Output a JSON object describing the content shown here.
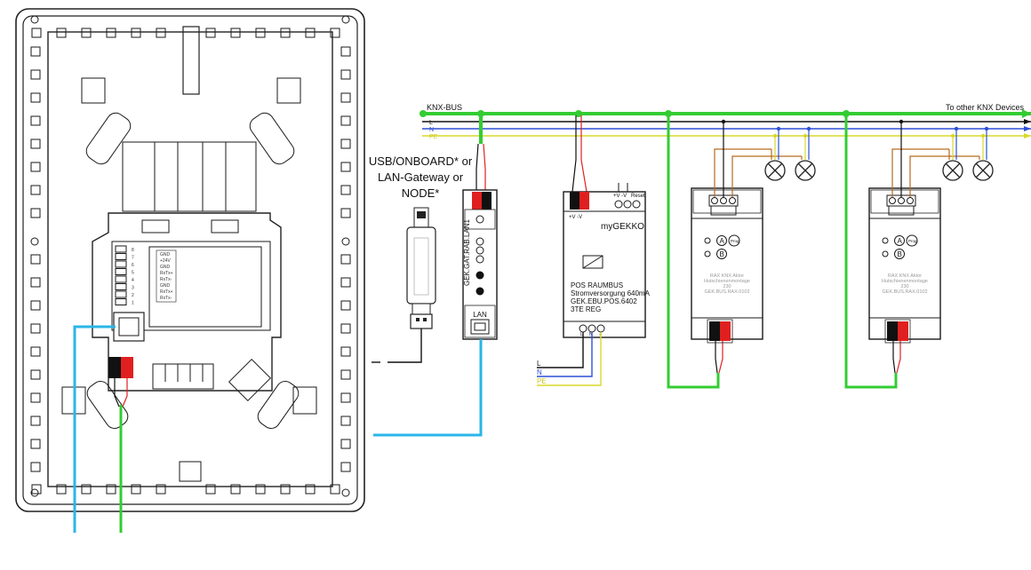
{
  "colors": {
    "knx_bus": "#33cc33",
    "phase_l": "#111111",
    "neutral_n": "#2d4fd6",
    "earth_pe": "#d9d92a",
    "lan_cable": "#29b6e8",
    "knx_red": "#e02020",
    "load_wire": "#b86a1e"
  },
  "bus": {
    "knx_label": "KNX-BUS",
    "l_label": "L",
    "n_label": "N",
    "pe_label": "PE",
    "other_devices": "To other KNX Devices"
  },
  "gateway_note": {
    "line1": "USB/ONBOARD* or",
    "line2": "LAN-Gateway or",
    "line3": "NODE*"
  },
  "lan_module": {
    "label": "GEK.GAT.RAB.LAN1",
    "port_label": "LAN"
  },
  "power_supply": {
    "top_left": "+V  -V",
    "top_right_v": "+V  -V",
    "reset": "Reset",
    "brand": "myGEKKO",
    "line1": "POS RAUMBUS",
    "line2": "Stromversorgung 640mA",
    "line3": "GEK.EBU.POS.6402",
    "line4": "3TE REG",
    "terminal_l": "L",
    "terminal_n": "N"
  },
  "supply_labels": {
    "l": "L",
    "n": "N",
    "pe": "PE"
  },
  "actuators": [
    {
      "line1": "RAX KNX Aktor",
      "line2": "Hutschienenmontage",
      "line3": "230",
      "line4": "GEK.BUS.RAX.0102",
      "btn_a": "A",
      "btn_b": "B",
      "btn_prog": "Prog"
    },
    {
      "line1": "RAX KNX Aktor",
      "line2": "Hutschienenmontage",
      "line3": "230",
      "line4": "GEK.BUS.RAX.0102",
      "btn_a": "A",
      "btn_b": "B",
      "btn_prog": "Prog"
    }
  ],
  "panel_terminals": [
    "8",
    "7",
    "6",
    "5",
    "4",
    "3",
    "2",
    "1"
  ],
  "panel_pins": [
    "GND",
    "+24V",
    "GND",
    "RxTx+",
    "RxTx-",
    "GND",
    "RxTx+",
    "RxTx-"
  ]
}
